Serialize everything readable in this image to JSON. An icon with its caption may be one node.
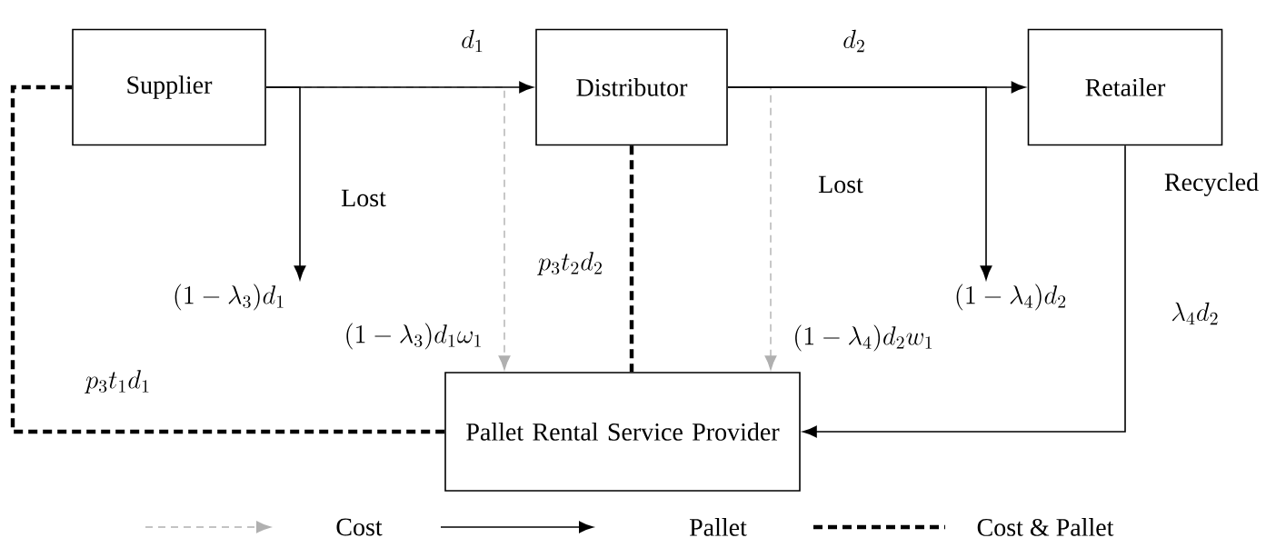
{
  "diagram": {
    "nodes": [
      {
        "text": [
          "Supplier"
        ]
      },
      {
        "text": [
          "Distributor"
        ]
      },
      {
        "text": [
          "Retailer"
        ]
      },
      {
        "text": [
          "Pallet Rental Service Provider"
        ]
      },
      {
        "text": [
          "(1-\\lambda_3)d_1"
        ]
      },
      {
        "text": [
          "(1-\\lambda_4)d_2"
        ]
      }
    ],
    "edges": [
      {
        "from": 0,
        "to": 1,
        "arrow": "to",
        "label": "d_1"
      },
      {
        "from": 1,
        "to": 2,
        "arrow": "to",
        "label": "d_2"
      },
      {
        "from": 0,
        "to": 4,
        "arrow": "to",
        "label": "Lost"
      },
      {
        "from": 0,
        "to": 3,
        "arrow": "to",
        "label": "(1-\\lambda_3)d_1\\omega_1",
        "style": "dashed",
        "color": "#b0b0b0"
      },
      {
        "from": 1,
        "to": 3,
        "arrow": "none",
        "label": "p_3t_2d_2",
        "style": "dashed"
      },
      {
        "from": 1,
        "to": 5,
        "arrow": "to",
        "label": "Lost"
      },
      {
        "from": 1,
        "to": 3,
        "arrow": "to",
        "label": "(1-\\lambda_4)d_2w_1",
        "style": "dashed",
        "color": "#b0b0b0"
      },
      {
        "from": 2,
        "to": 3,
        "arrow": "to",
        "label": "Recycled"
      },
      {
        "from": 3,
        "to": 0,
        "arrow": "none",
        "label": "p_3t_1d_1",
        "style": "dashed"
      }
    ],
    "labels": [
      "\\lambda_4d_2"
    ],
    "legend": [
      {
        "text": "Cost"
      },
      {
        "text": "Pallet"
      },
      {
        "text": "Cost & Pallet"
      }
    ]
  }
}
